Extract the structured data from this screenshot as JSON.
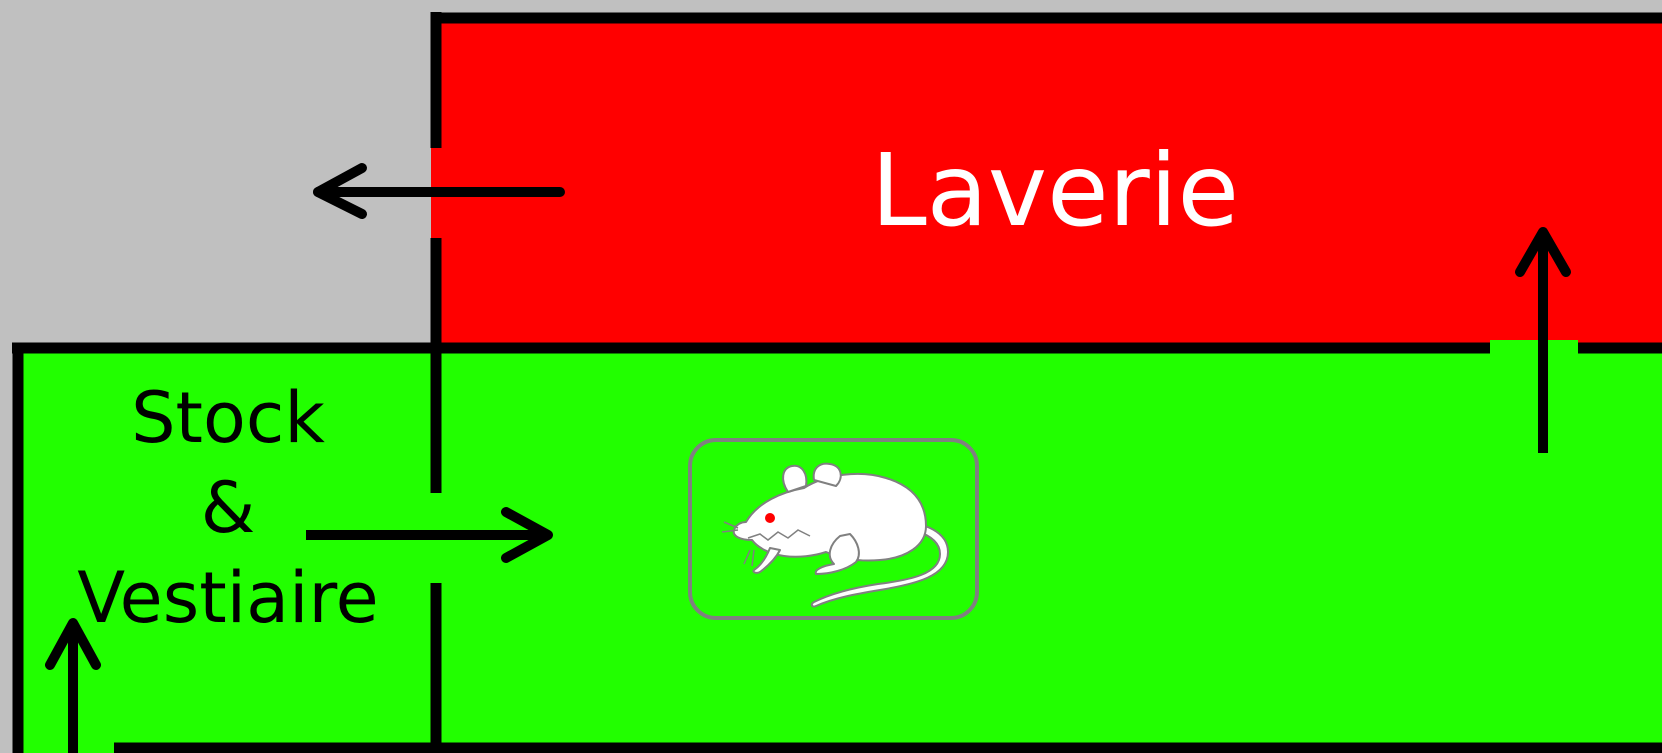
{
  "rooms": {
    "laverie": {
      "label": "Laverie",
      "fill": "#ff0000",
      "text_color": "#ffffff"
    },
    "zone_verte": {
      "fill": "#22ff00"
    },
    "stock_vestiaire": {
      "label_line1": "Stock",
      "label_line2": "&",
      "label_line3": "Vestiaire",
      "text_color": "#000000"
    }
  },
  "colors": {
    "background": "#c0c0c0",
    "walls": "#000000",
    "arrows": "#000000",
    "animal_frame": "#808080",
    "animal_eye": "#ff0000"
  },
  "icons": {
    "animal": "mouse-icon",
    "arrow": "arrow-icon"
  }
}
